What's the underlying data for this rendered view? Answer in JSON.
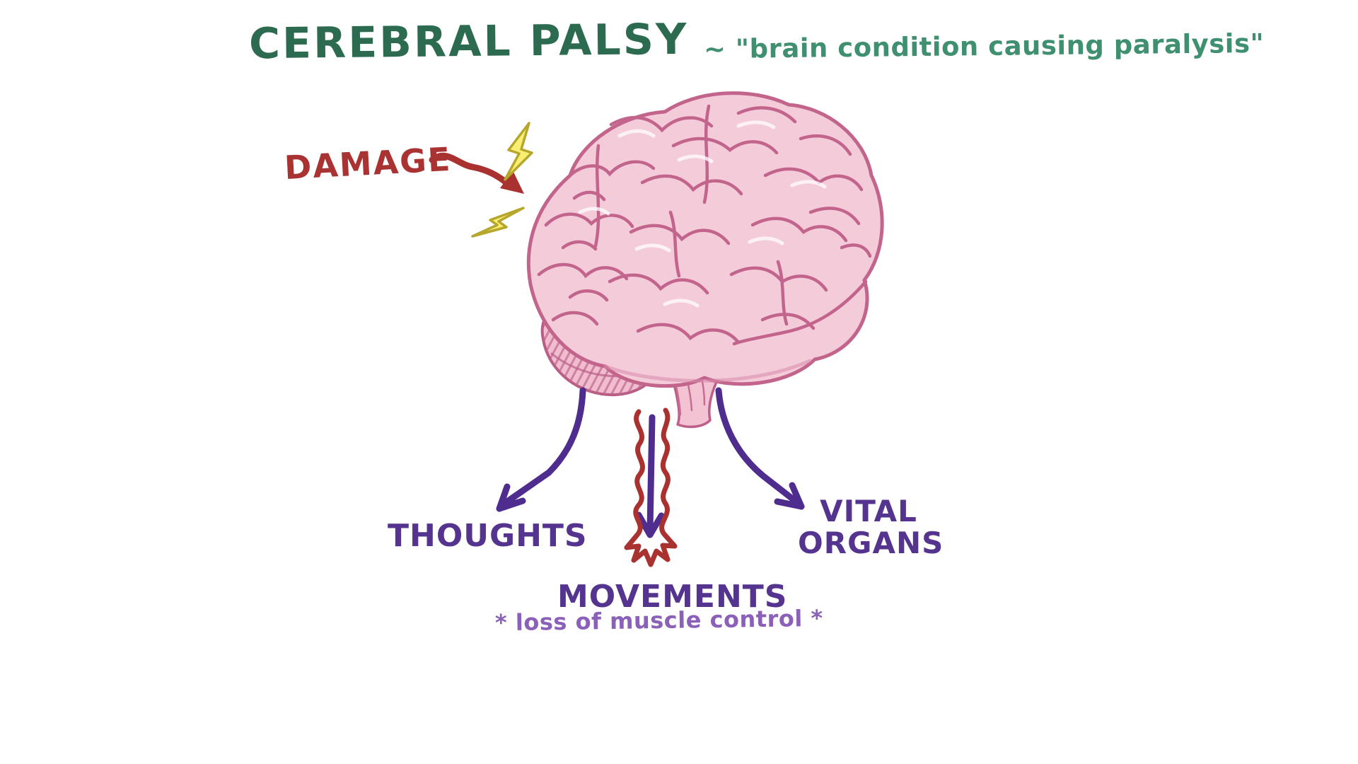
{
  "header": {
    "title": "CEREBRAL PALSY",
    "title_color": "#2d6b51",
    "subtitle": "~ \"brain condition causing paralysis\"",
    "subtitle_color": "#3f9070"
  },
  "diagram": {
    "damage": {
      "label": "DAMAGE",
      "label_color": "#a93332",
      "arrow": "red-squiggle-arrow",
      "icons": [
        "lightning-bolt-icon",
        "lightning-bolt-icon"
      ]
    },
    "brain": {
      "illustration": "human-brain-side-view",
      "fill_color": "#f4cbd9",
      "outline_color": "#c2648c",
      "cerebellum_fill_color": "#f1bccf",
      "brainstem_fill_color": "#f3c3d3"
    },
    "effects": [
      {
        "label": "THOUGHTS",
        "arrow": "purple-curved-arrow"
      },
      {
        "label": "MOVEMENTS",
        "note": "* loss of muscle control *",
        "arrow": "purple-straight-arrow-with-red-tremor-lines"
      },
      {
        "label": "VITAL ORGANS",
        "label_line1": "VITAL",
        "label_line2": "ORGANS",
        "arrow": "purple-curved-arrow"
      }
    ],
    "label_color": "#54348f",
    "note_color": "#8a60b8",
    "arrow_purple_color": "#4e2d8e",
    "arrow_red_color": "#a93231",
    "bolt_fill_color": "#f8ee71",
    "bolt_outline_color": "#b7a62c"
  }
}
